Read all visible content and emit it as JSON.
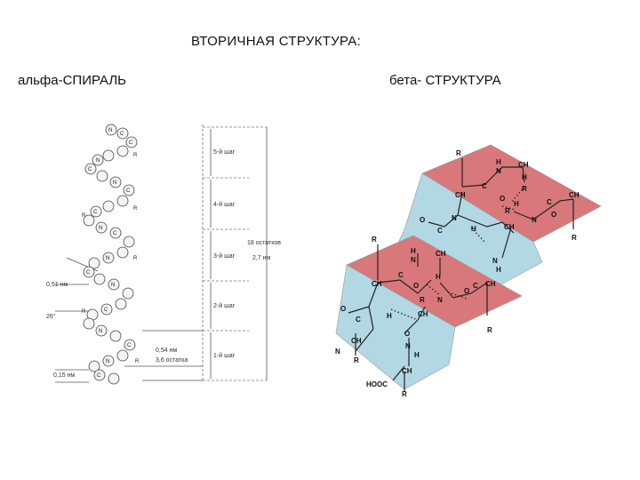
{
  "header": {
    "title": "ВТОРИЧНАЯ СТРУКТУРА:",
    "alpha_label": "альфа-СПИРАЛЬ",
    "beta_label": "бета- СТРУКТУРА"
  },
  "alpha": {
    "turns": [
      "5-й шаг",
      "4-й шаг",
      "3-й шаг",
      "2-й шаг",
      "1-й шаг"
    ],
    "total_residues": "18 остатков",
    "total_length": "2,7 нм",
    "pitch": "0,54 нм",
    "residues_per_turn": "3,6 остатка",
    "radius": "0,51 нм",
    "angle": "26°",
    "rise": "0,15 нм"
  },
  "beta": {
    "atoms": {
      "R": "R",
      "H": "H",
      "N": "N",
      "C": "C",
      "O": "O",
      "CH": "CH",
      "HOOC": "HOOC"
    },
    "colors": {
      "upper": "#d9787a",
      "lower": "#b2d8e4"
    }
  }
}
